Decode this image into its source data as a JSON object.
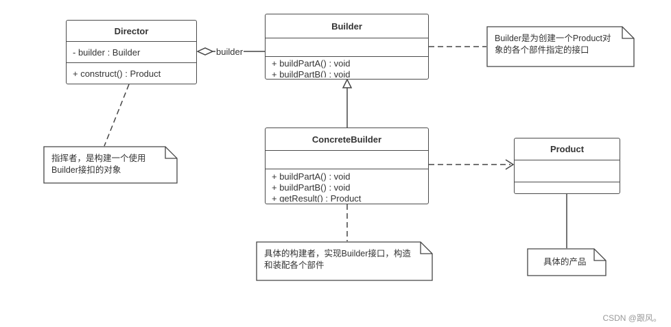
{
  "classes": {
    "director": {
      "name": "Director",
      "attributes": [
        "- builder : Builder"
      ],
      "operations": [
        "+ construct()  : Product"
      ]
    },
    "builder": {
      "name": "Builder",
      "attributes": [],
      "operations": [
        "+ buildPartA() : void",
        "+ buildPartB() : void"
      ]
    },
    "concrete_builder": {
      "name": "ConcreteBuilder",
      "attributes": [],
      "operations": [
        "+ buildPartA() : void",
        "+ buildPartB() : void",
        "+ getResult() : Product"
      ]
    },
    "product": {
      "name": "Product",
      "attributes": [],
      "operations": []
    }
  },
  "associations": {
    "director_builder_label": "builder"
  },
  "notes": {
    "director": [
      "指挥者，是构建一个使用",
      "Builder接扣的对象"
    ],
    "builder": [
      "Builder是为创建一个Product对",
      "象的各个部件指定的接口"
    ],
    "concrete_builder": [
      "具体的构建者，实现Builder接口，构造",
      "和装配各个部件"
    ],
    "product": [
      "具体的产品"
    ]
  },
  "watermark": "CSDN @跟风。"
}
